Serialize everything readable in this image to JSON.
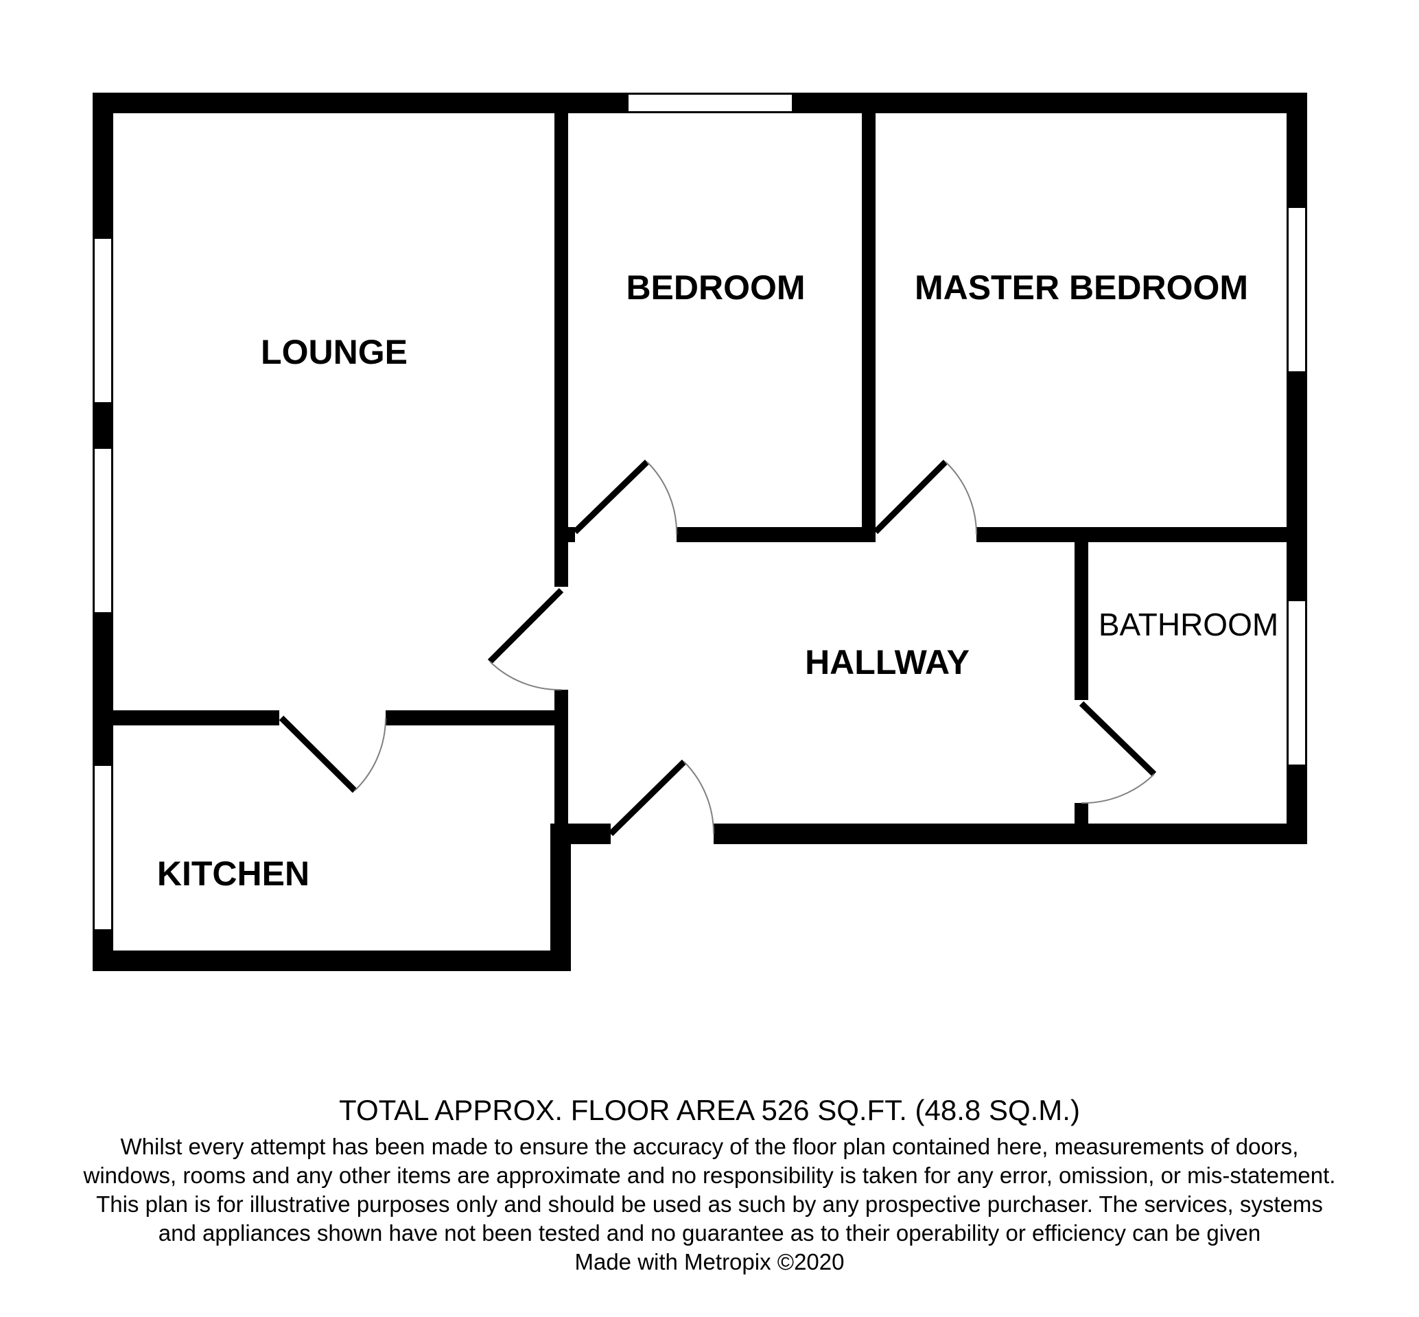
{
  "colors": {
    "wall": "#000000",
    "window": "#ffffff",
    "door_arc": "#808080",
    "background": "#ffffff"
  },
  "rooms": {
    "lounge": "LOUNGE",
    "bedroom": "BEDROOM",
    "master_bedroom": "MASTER BEDROOM",
    "hallway": "HALLWAY",
    "bathroom": "BATHROOM",
    "kitchen": "KITCHEN"
  },
  "footer": {
    "area": "TOTAL APPROX. FLOOR AREA 526 SQ.FT. (48.8 SQ.M.)",
    "disclaimer": "Whilst every attempt has been made to ensure the accuracy of the floor plan contained here, measurements of doors, windows, rooms and any other items are approximate and no responsibility is taken for any error, omission, or mis-statement. This plan is for illustrative purposes only and should be used as such by any prospective purchaser. The services, systems and appliances shown have not been tested and no guarantee as to their operability or efficiency can be given",
    "credit": "Made with Metropix ©2020"
  }
}
